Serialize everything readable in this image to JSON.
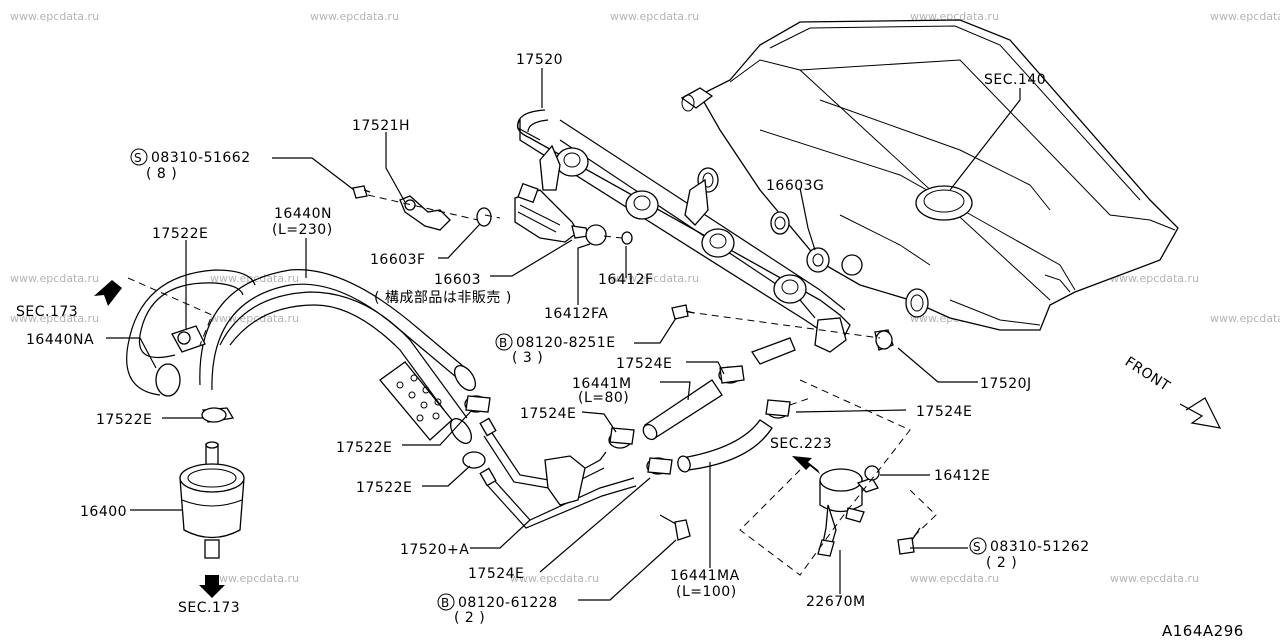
{
  "watermark": "www.epcdata.ru",
  "figure_code": "A164A296",
  "labels": {
    "p17520": "17520",
    "p17521h": "17521H",
    "sec140": "SEC.140",
    "bolt_s_08310_51662": "08310-51662",
    "bolt_s_08310_51662_qty": "( 8 )",
    "p16603g": "16603G",
    "p17522e_top": "17522E",
    "p16440n": "16440N",
    "p16440n_len": "(L=230)",
    "p16603f": "16603F",
    "p16603": "16603",
    "p16603_note": "( 構成部品は非販売 )",
    "p16412f": "16412F",
    "sec173_top": "SEC.173",
    "p16440na": "16440NA",
    "p16412fa": "16412FA",
    "bolt_b_08120_8251e": "08120-8251E",
    "bolt_b_08120_8251e_qty": "( 3 )",
    "p17520j": "17520J",
    "p17524e_a": "17524E",
    "front": "FRONT",
    "p16441m": "16441M",
    "p16441m_len": "(L=80)",
    "p17524e_b": "17524E",
    "p17524e_c": "17524E",
    "p17522e_mid": "17522E",
    "sec223": "SEC.223",
    "p16412e": "16412E",
    "p17522e_hose": "17522E",
    "p17522e_low": "17522E",
    "p16400": "16400",
    "p17520a": "17520+A",
    "bolt_s_08310_51262": "08310-51262",
    "bolt_s_08310_51262_qty": "( 2 )",
    "p17524e_d": "17524E",
    "p16441ma": "16441MA",
    "p16441ma_len": "(L=100)",
    "sec173_bottom": "SEC.173",
    "bolt_b_08120_61228": "08120-61228",
    "bolt_b_08120_61228_qty": "( 2 )",
    "p22670m": "22670M"
  },
  "symbols": {
    "screw_symbol": "S",
    "bolt_symbol": "B"
  },
  "icons": [
    "arrow-down-left-icon",
    "arrow-down-icon",
    "arrow-left-icon",
    "front-arrow-icon"
  ]
}
